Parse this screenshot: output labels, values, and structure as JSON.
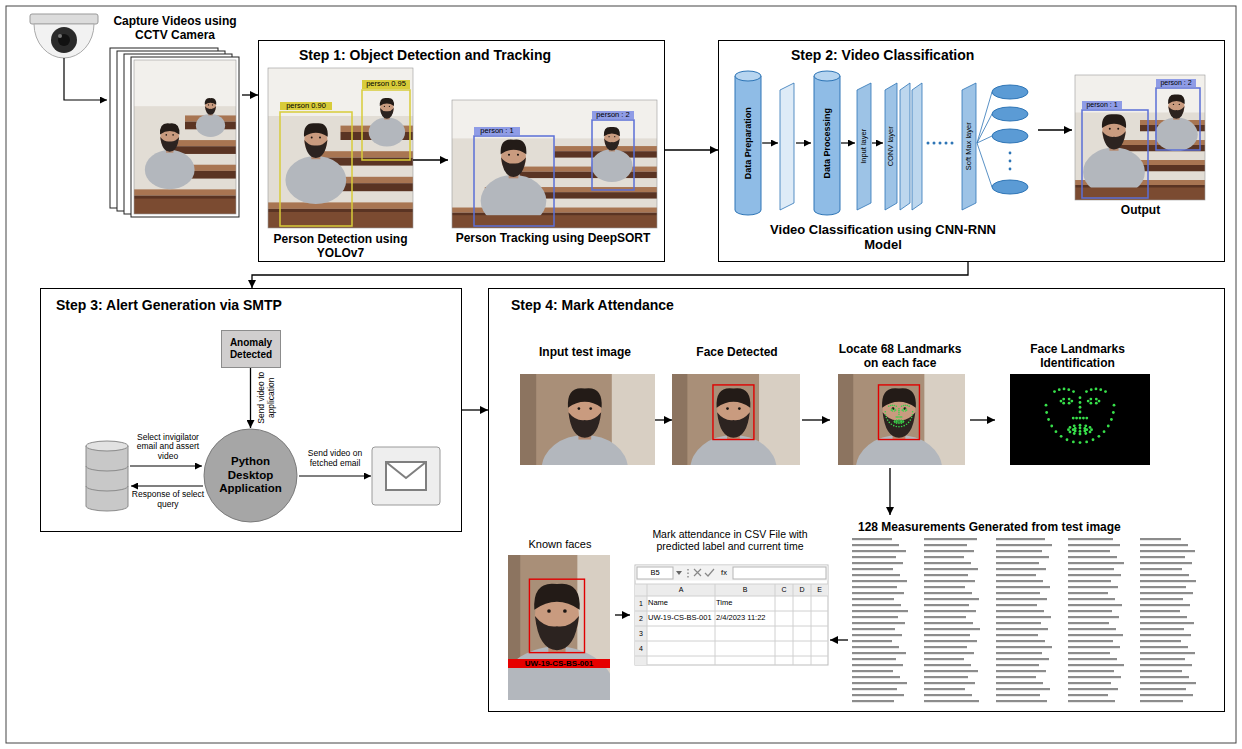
{
  "diagram": {
    "nodes": [
      {
        "text": [
          "Capture Videos using CCTV Camera"
        ]
      },
      {
        "text": [
          "Step 1: Object Detection and Tracking"
        ]
      },
      {
        "text": [
          "Person Detection using YOLOv7"
        ],
        "in": 1
      },
      {
        "text": [
          "Person Tracking using DeepSORT"
        ],
        "in": 1
      },
      {
        "text": [
          "Step 2: Video Classification"
        ]
      },
      {
        "text": [
          "Video Classification using CNN-RNN Model"
        ],
        "in": 4
      },
      {
        "text": [
          "Output"
        ],
        "in": 4
      },
      {
        "text": [
          "Step 3: Alert Generation via SMTP"
        ]
      },
      {
        "text": [
          "Anomaly Detected"
        ],
        "in": 7
      },
      {
        "text": [
          "Python Desktop Application"
        ],
        "in": 7
      },
      {
        "text": [
          "Step 4: Mark Attendance"
        ]
      },
      {
        "text": [
          "Input test image"
        ],
        "in": 10
      },
      {
        "text": [
          "Face Detected"
        ],
        "in": 10
      },
      {
        "text": [
          "Locate 68 Landmarks on each face"
        ],
        "in": 10
      },
      {
        "text": [
          "Face Landmarks Identification"
        ],
        "in": 10
      },
      {
        "text": [
          "128 Measurements Generated from test image"
        ],
        "in": 10
      },
      {
        "text": [
          "Mark attendance in CSV File with predicted label and current time"
        ],
        "in": 10
      },
      {
        "text": [
          "Known faces"
        ],
        "in": 10
      }
    ],
    "edges": [
      {
        "from": 0,
        "to": 1,
        "arrow": "to"
      },
      {
        "from": 2,
        "to": 3,
        "arrow": "to"
      },
      {
        "from": 1,
        "to": 4,
        "arrow": "to"
      },
      {
        "from": 5,
        "to": 6,
        "arrow": "to"
      },
      {
        "from": 4,
        "to": 7,
        "arrow": "to"
      },
      {
        "from": 8,
        "to": 9,
        "label": "Send video to application",
        "arrow": "to"
      },
      {
        "from": 7,
        "to": 10,
        "arrow": "to"
      },
      {
        "from": 11,
        "to": 12,
        "arrow": "to"
      },
      {
        "from": 12,
        "to": 13,
        "arrow": "to"
      },
      {
        "from": 13,
        "to": 14,
        "arrow": "to"
      },
      {
        "from": 13,
        "to": 15,
        "arrow": "to"
      },
      {
        "from": 15,
        "to": 16,
        "arrow": "to"
      },
      {
        "from": 17,
        "to": 16,
        "arrow": "to"
      }
    ],
    "labels": [
      "person 0.90",
      "person 0.95",
      "person : 1",
      "person : 2",
      "Data Preparation",
      "Data Processing",
      "Input layer",
      "CONV layer",
      "Soft Max layer",
      "person : 1",
      "person : 2",
      "Select invigilator email and assert video",
      "Response of select query",
      "Send video on fetched email",
      "B5",
      "fx",
      "A",
      "B",
      "C",
      "D",
      "E",
      "1",
      "2",
      "3",
      "4",
      "Name",
      "Time",
      "UW-19-CS-BS-001",
      "2/4/2023 11:22",
      "UW-19-CS-BS-001"
    ]
  }
}
